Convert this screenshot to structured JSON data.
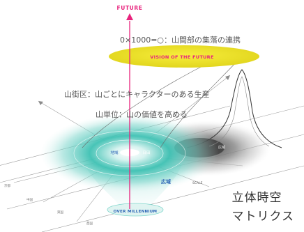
{
  "diagram": {
    "future_label": "FUTURE",
    "top_caption": "0×1000=○：山間部の集落の連携",
    "vision_label": "VISION OF THE FUTURE",
    "caption_2": "山街区：山ごとにキャラクターのある生産",
    "caption_3": "山単位：山の価値を高める",
    "millennium_label": "OVER MILLENNIUM",
    "scale_label": "SCALE",
    "wide_area_label": "広域",
    "left_disc_label_1": "地域",
    "left_disc_label_2": "日田",
    "right_disc_label": "広域",
    "axis_labels": [
      "京都",
      "中国",
      "東国",
      "西国"
    ],
    "colors": {
      "future_magenta": "#e8237d",
      "vision_yellow": "#efe42a",
      "vision_text": "#e8237d",
      "teal": "#25b5a8",
      "grey": "#6f6f6f",
      "blue_label": "#2b63b5"
    }
  },
  "title": {
    "line1": "立体時空",
    "line2": "マトリクス"
  }
}
